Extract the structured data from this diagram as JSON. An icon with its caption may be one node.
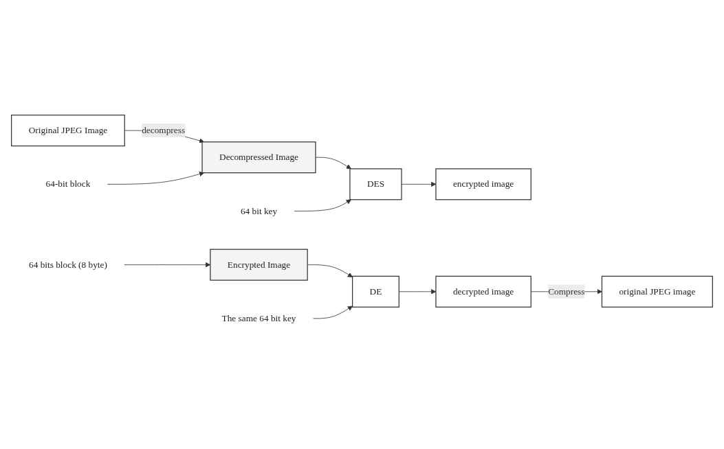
{
  "diagram": {
    "nodes": [
      {
        "text": [
          "Original JPEG Image"
        ]
      },
      {
        "text": [
          "Decompressed Image"
        ]
      },
      {
        "text": [
          "64 bit key"
        ]
      },
      {
        "text": [
          "DES"
        ]
      },
      {
        "text": [
          "encrypted image"
        ]
      },
      {
        "text": [
          "64-bit block"
        ]
      },
      {
        "text": [
          "The same 64 bit key"
        ]
      },
      {
        "text": [
          "Encrypted Image"
        ]
      },
      {
        "text": [
          "decrypted image"
        ]
      },
      {
        "text": [
          "original JPEG image"
        ]
      },
      {
        "text": [
          "DE"
        ]
      },
      {
        "text": [
          "64 bits block (8 byte)"
        ]
      }
    ],
    "edges": [
      {
        "from": 0,
        "to": 1,
        "label": "decompress",
        "arrow": "to"
      },
      {
        "from": 1,
        "to": 3,
        "arrow": "to"
      },
      {
        "from": 2,
        "to": 3,
        "arrow": "to"
      },
      {
        "from": 3,
        "to": 4,
        "arrow": "to"
      },
      {
        "from": 5,
        "to": 1,
        "arrow": "to"
      },
      {
        "from": 7,
        "to": 10,
        "arrow": "to"
      },
      {
        "from": 6,
        "to": 10,
        "arrow": "to"
      },
      {
        "from": 10,
        "to": 8,
        "arrow": "to"
      },
      {
        "from": 8,
        "to": 9,
        "label": "Compress",
        "arrow": "to"
      },
      {
        "from": 11,
        "to": 7,
        "arrow": "to"
      }
    ]
  }
}
